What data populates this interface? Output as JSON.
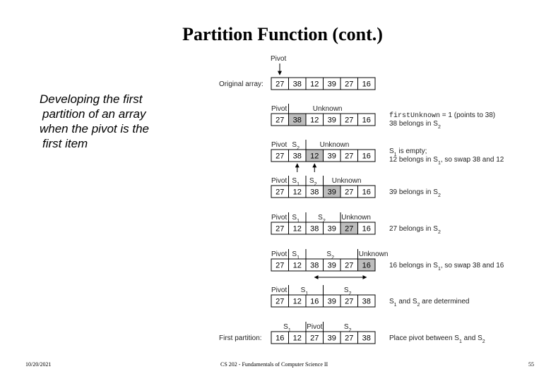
{
  "slide": {
    "title": "Partition Function (cont.)",
    "body_lines": [
      "Developing the first",
      "partition of an array",
      "when the pivot is the",
      "first item"
    ],
    "footer": {
      "date": "10/20/2021",
      "course": "CS 202 - Fundamentals of Computer Science II",
      "page": "55"
    }
  },
  "diagram": {
    "top_pivot_label": "Pivot",
    "rows": [
      {
        "row_label": "Original array:",
        "values": [
          "27",
          "38",
          "12",
          "39",
          "27",
          "16"
        ],
        "shaded": [],
        "headers": [],
        "annotation": []
      },
      {
        "row_label": "",
        "values": [
          "27",
          "38",
          "12",
          "39",
          "27",
          "16"
        ],
        "shaded": [
          1
        ],
        "headers": [
          {
            "text": "Pivot",
            "col": 0
          },
          {
            "text": "Unknown",
            "col": 2.4
          }
        ],
        "annotation": [
          "firstUnknown = 1 (points to 38)",
          "38 belongs in S2"
        ]
      },
      {
        "row_label": "",
        "values": [
          "27",
          "38",
          "12",
          "39",
          "27",
          "16"
        ],
        "shaded": [
          2
        ],
        "headers": [
          {
            "text": "Pivot",
            "col": 0
          },
          {
            "text": "S2",
            "col": 1.2
          },
          {
            "text": "Unknown",
            "col": 2.8
          }
        ],
        "annotation": [
          "S1 is empty;",
          "12 belongs in S1, so swap 38 and 12"
        ]
      },
      {
        "row_label": "",
        "values": [
          "27",
          "12",
          "38",
          "39",
          "27",
          "16"
        ],
        "shaded": [
          3
        ],
        "headers": [
          {
            "text": "Pivot",
            "col": 0
          },
          {
            "text": "S1",
            "col": 1.2
          },
          {
            "text": "S2",
            "col": 2.2
          },
          {
            "text": "Unknown",
            "col": 3.5
          }
        ],
        "annotation": [
          "39 belongs in S2"
        ]
      },
      {
        "row_label": "",
        "values": [
          "27",
          "12",
          "38",
          "39",
          "27",
          "16"
        ],
        "shaded": [
          4
        ],
        "headers": [
          {
            "text": "Pivot",
            "col": 0
          },
          {
            "text": "S1",
            "col": 1.2
          },
          {
            "text": "S2",
            "col": 2.7
          },
          {
            "text": "Unknown",
            "col": 4.05
          }
        ],
        "annotation": [
          "27 belongs in S2"
        ]
      },
      {
        "row_label": "",
        "values": [
          "27",
          "12",
          "38",
          "39",
          "27",
          "16"
        ],
        "shaded": [
          5
        ],
        "headers": [
          {
            "text": "Pivot",
            "col": 0
          },
          {
            "text": "S1",
            "col": 1.2
          },
          {
            "text": "S2",
            "col": 3.2
          },
          {
            "text": "Unknown",
            "col": 5.05
          }
        ],
        "annotation": [
          "16 belongs in S1, so swap 38 and 16"
        ]
      },
      {
        "row_label": "",
        "values": [
          "27",
          "12",
          "16",
          "39",
          "27",
          "38"
        ],
        "shaded": [],
        "headers": [
          {
            "text": "Pivot",
            "col": 0
          },
          {
            "text": "S1",
            "col": 1.7
          },
          {
            "text": "S2",
            "col": 4.2
          }
        ],
        "annotation": [
          "S1 and S2 are determined"
        ]
      },
      {
        "row_label": "First partition:",
        "values": [
          "16",
          "12",
          "27",
          "39",
          "27",
          "38"
        ],
        "shaded": [],
        "headers": [
          {
            "text": "S1",
            "col": 0.7
          },
          {
            "text": "Pivot",
            "col": 2.05
          },
          {
            "text": "S2",
            "col": 4.2
          }
        ],
        "annotation": [
          "Place pivot between S1 and S2"
        ]
      }
    ]
  }
}
